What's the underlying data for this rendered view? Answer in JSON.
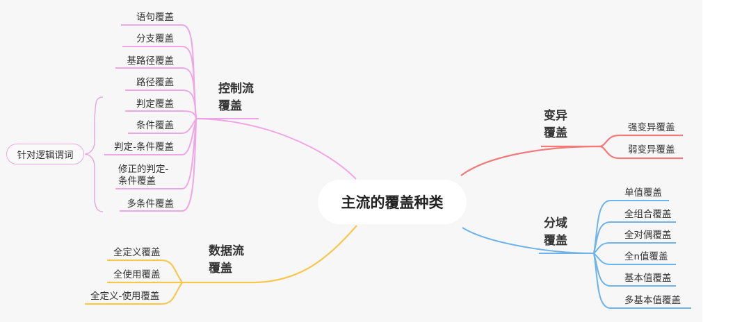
{
  "center": {
    "label": "主流的覆盖种类"
  },
  "colors": {
    "control": "#f0a6e6",
    "mutation": "#f07b7b",
    "domain": "#6db3ea",
    "dataflow": "#f6c84f"
  },
  "branches": {
    "control": {
      "line1": "控制流",
      "line2": "覆盖",
      "leaves": [
        "语句覆盖",
        "分支覆盖",
        "基路径覆盖",
        "路径覆盖",
        "判定覆盖",
        "条件覆盖",
        "判定-条件覆盖",
        "修正的判定-",
        "条件覆盖",
        "多条件覆盖"
      ],
      "side_label": "针对逻辑谓词"
    },
    "mutation": {
      "line1": "变异",
      "line2": "覆盖",
      "leaves": [
        "强变异覆盖",
        "弱变异覆盖"
      ]
    },
    "domain": {
      "line1": "分域",
      "line2": "覆盖",
      "leaves": [
        "单值覆盖",
        "全组合覆盖",
        "全对偶覆盖",
        "全n值覆盖",
        "基本值覆盖",
        "多基本值覆盖"
      ]
    },
    "dataflow": {
      "line1": "数据流",
      "line2": "覆盖",
      "leaves": [
        "全定义覆盖",
        "全使用覆盖",
        "全定义-使用覆盖"
      ]
    }
  }
}
